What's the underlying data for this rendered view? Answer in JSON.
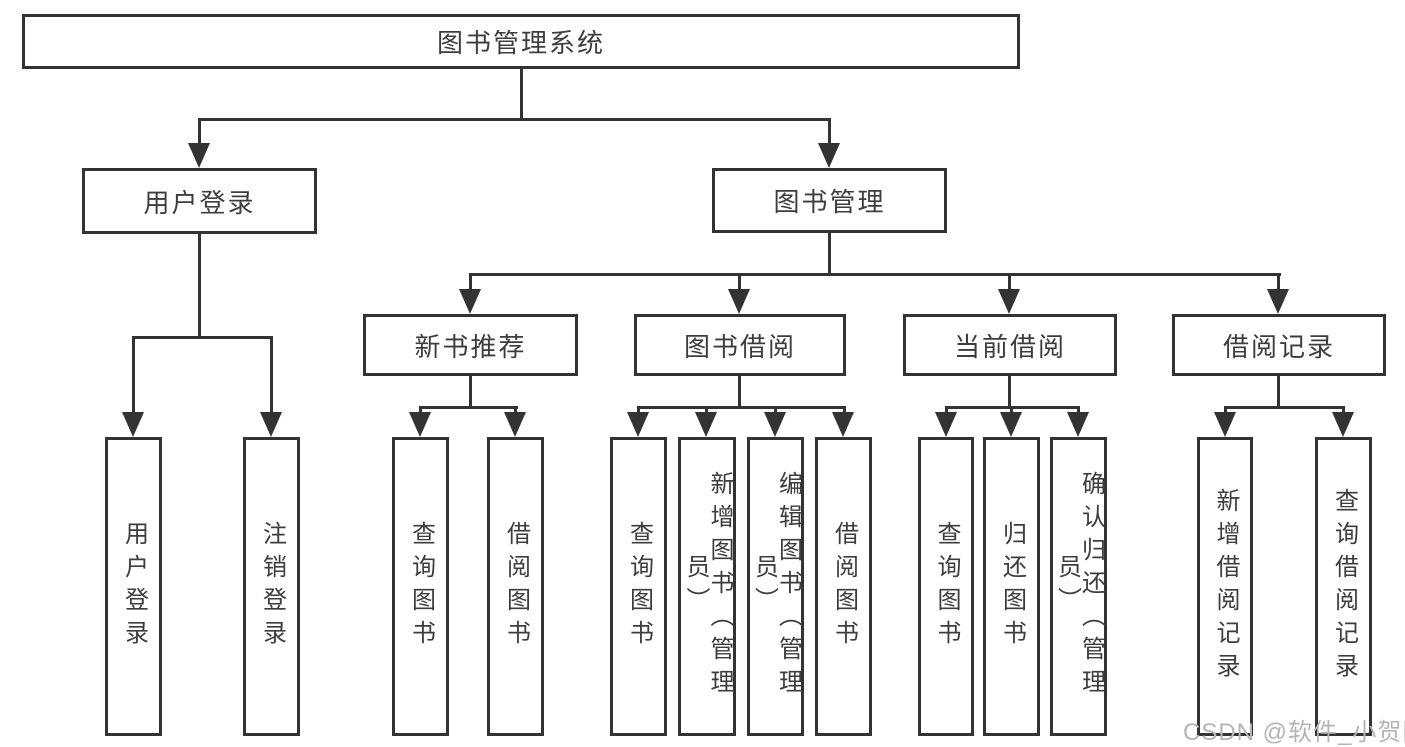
{
  "diagram": {
    "root": "图书管理系统",
    "branches": [
      {
        "label": "用户登录",
        "children": [
          "用户登录",
          "注销登录"
        ]
      },
      {
        "label": "图书管理",
        "children": [
          {
            "label": "新书推荐",
            "children": [
              "查询图书",
              "借阅图书"
            ]
          },
          {
            "label": "图书借阅",
            "children": [
              "查询图书",
              "新增图书（管理员）",
              "编辑图书（管理员）",
              "借阅图书"
            ]
          },
          {
            "label": "当前借阅",
            "children": [
              "查询图书",
              "归还图书",
              "确认归还（管理员）"
            ]
          },
          {
            "label": "借阅记录",
            "children": [
              "新增借阅记录",
              "查询借阅记录"
            ]
          }
        ]
      }
    ]
  },
  "watermark": {
    "text": "CSDN @软件_小贺同学",
    "color": "#b5b5b5"
  },
  "colors": {
    "line": "#333333",
    "text": "#3d3d3d",
    "background": "#ffffff"
  }
}
